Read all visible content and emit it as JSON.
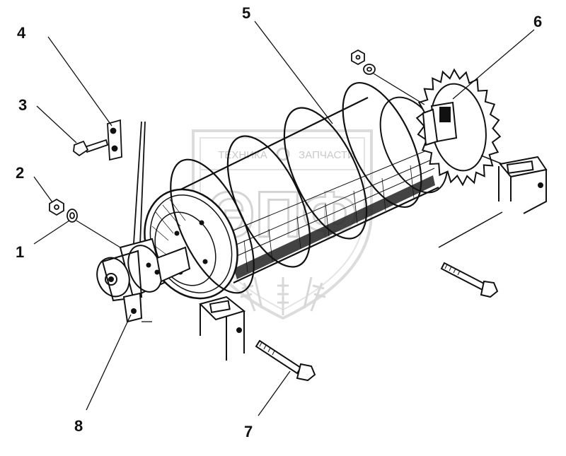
{
  "diagram": {
    "callouts": [
      {
        "id": "1",
        "label": "1"
      },
      {
        "id": "2",
        "label": "2"
      },
      {
        "id": "3",
        "label": "3"
      },
      {
        "id": "4",
        "label": "4"
      },
      {
        "id": "5",
        "label": "5"
      },
      {
        "id": "6",
        "label": "6"
      },
      {
        "id": "7",
        "label": "7"
      },
      {
        "id": "8",
        "label": "8"
      }
    ]
  },
  "watermark": {
    "left_text": "ТЕХНИКА",
    "right_text": "ЗАПЧАСТИ",
    "logo_text": "ЭПФ"
  },
  "colors": {
    "ink": "#111111",
    "watermark": "#d6d6d6"
  }
}
